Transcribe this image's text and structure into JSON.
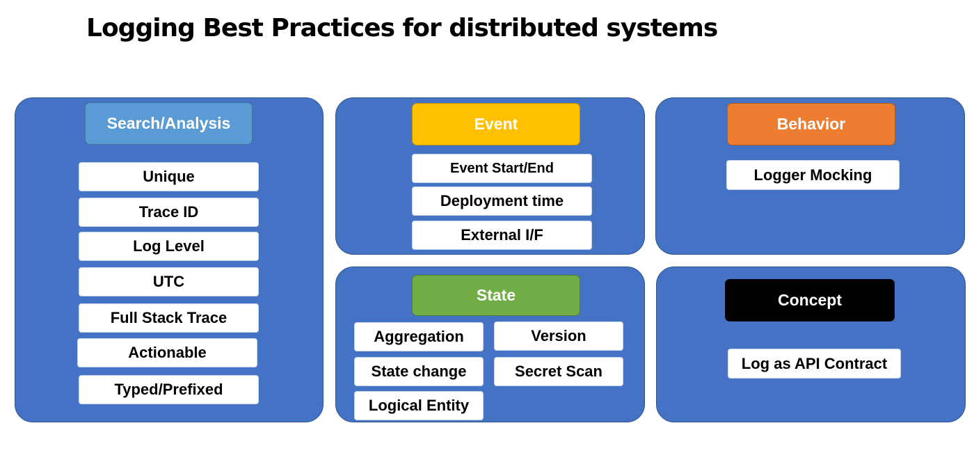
{
  "title": "Logging Best Practices for distributed systems",
  "colors": {
    "panel": "#4472c4",
    "search_header": "#5b9bd5",
    "event_header": "#ffc000",
    "behavior_header": "#ed7d31",
    "state_header": "#70ad47",
    "concept_header": "#000000"
  },
  "search": {
    "header": "Search/Analysis",
    "items": [
      "Unique",
      "Trace ID",
      "Log Level",
      "UTC",
      "Full Stack Trace",
      "Actionable",
      "Typed/Prefixed"
    ]
  },
  "event": {
    "header": "Event",
    "items": [
      "Event Start/End",
      "Deployment time",
      "External I/F"
    ]
  },
  "behavior": {
    "header": "Behavior",
    "items": [
      "Logger Mocking"
    ]
  },
  "state": {
    "header": "State",
    "items": [
      "Aggregation",
      "Version",
      "State change",
      "Secret Scan",
      "Logical Entity"
    ]
  },
  "concept": {
    "header": "Concept",
    "items": [
      "Log as API Contract"
    ]
  }
}
